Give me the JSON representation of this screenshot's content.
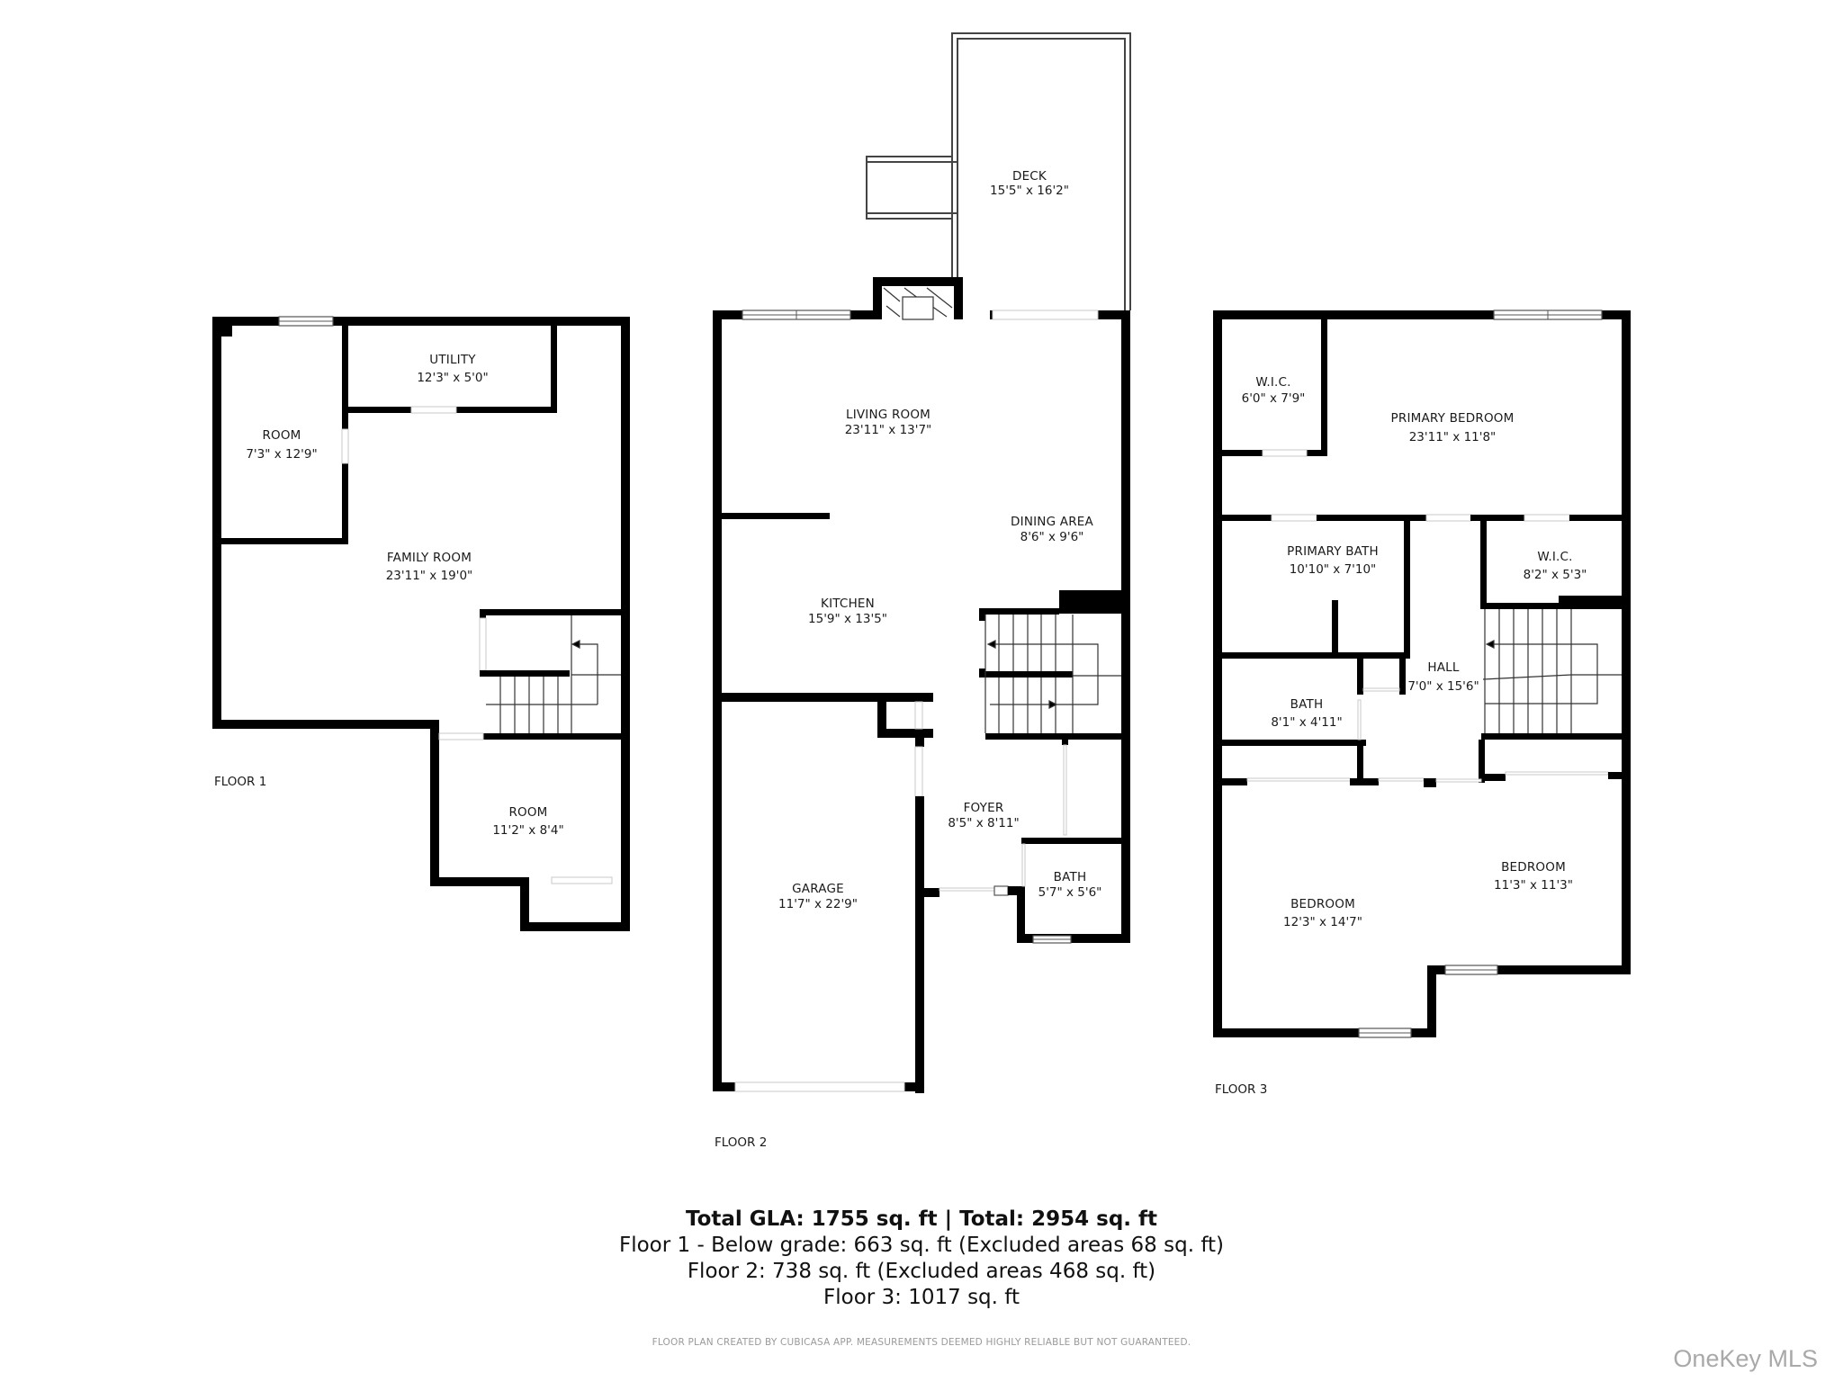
{
  "floors": [
    {
      "label": "FLOOR 1",
      "rooms": [
        {
          "name": "UTILITY",
          "dims": "12'3\" x 5'0\""
        },
        {
          "name": "ROOM",
          "dims": "7'3\" x 12'9\""
        },
        {
          "name": "FAMILY ROOM",
          "dims": "23'11\" x 19'0\""
        },
        {
          "name": "ROOM",
          "dims": "11'2\" x 8'4\""
        }
      ]
    },
    {
      "label": "FLOOR 2",
      "rooms": [
        {
          "name": "DECK",
          "dims": "15'5\" x 16'2\""
        },
        {
          "name": "LIVING ROOM",
          "dims": "23'11\" x 13'7\""
        },
        {
          "name": "DINING AREA",
          "dims": "8'6\" x 9'6\""
        },
        {
          "name": "KITCHEN",
          "dims": "15'9\" x 13'5\""
        },
        {
          "name": "FOYER",
          "dims": "8'5\" x 8'11\""
        },
        {
          "name": "GARAGE",
          "dims": "11'7\" x 22'9\""
        },
        {
          "name": "BATH",
          "dims": "5'7\" x 5'6\""
        }
      ]
    },
    {
      "label": "FLOOR 3",
      "rooms": [
        {
          "name": "W.I.C.",
          "dims": "6'0\" x 7'9\""
        },
        {
          "name": "PRIMARY BEDROOM",
          "dims": "23'11\" x 11'8\""
        },
        {
          "name": "PRIMARY BATH",
          "dims": "10'10\" x 7'10\""
        },
        {
          "name": "W.I.C.",
          "dims": "8'2\" x 5'3\""
        },
        {
          "name": "HALL",
          "dims": "7'0\" x 15'6\""
        },
        {
          "name": "BATH",
          "dims": "8'1\" x 4'11\""
        },
        {
          "name": "BEDROOM",
          "dims": "12'3\" x 14'7\""
        },
        {
          "name": "BEDROOM",
          "dims": "11'3\" x 11'3\""
        }
      ]
    }
  ],
  "summary": {
    "totals": "Total GLA: 1755 sq. ft | Total: 2954 sq. ft",
    "floor1": "Floor 1 - Below grade: 663 sq. ft (Excluded areas 68 sq. ft)",
    "floor2": "Floor 2: 738 sq. ft (Excluded areas 468 sq. ft)",
    "floor3": "Floor 3: 1017 sq. ft"
  },
  "disclaimer": "FLOOR PLAN CREATED BY CUBICASA APP. MEASUREMENTS DEEMED HIGHLY RELIABLE BUT NOT GUARANTEED.",
  "watermark": "OneKey MLS"
}
